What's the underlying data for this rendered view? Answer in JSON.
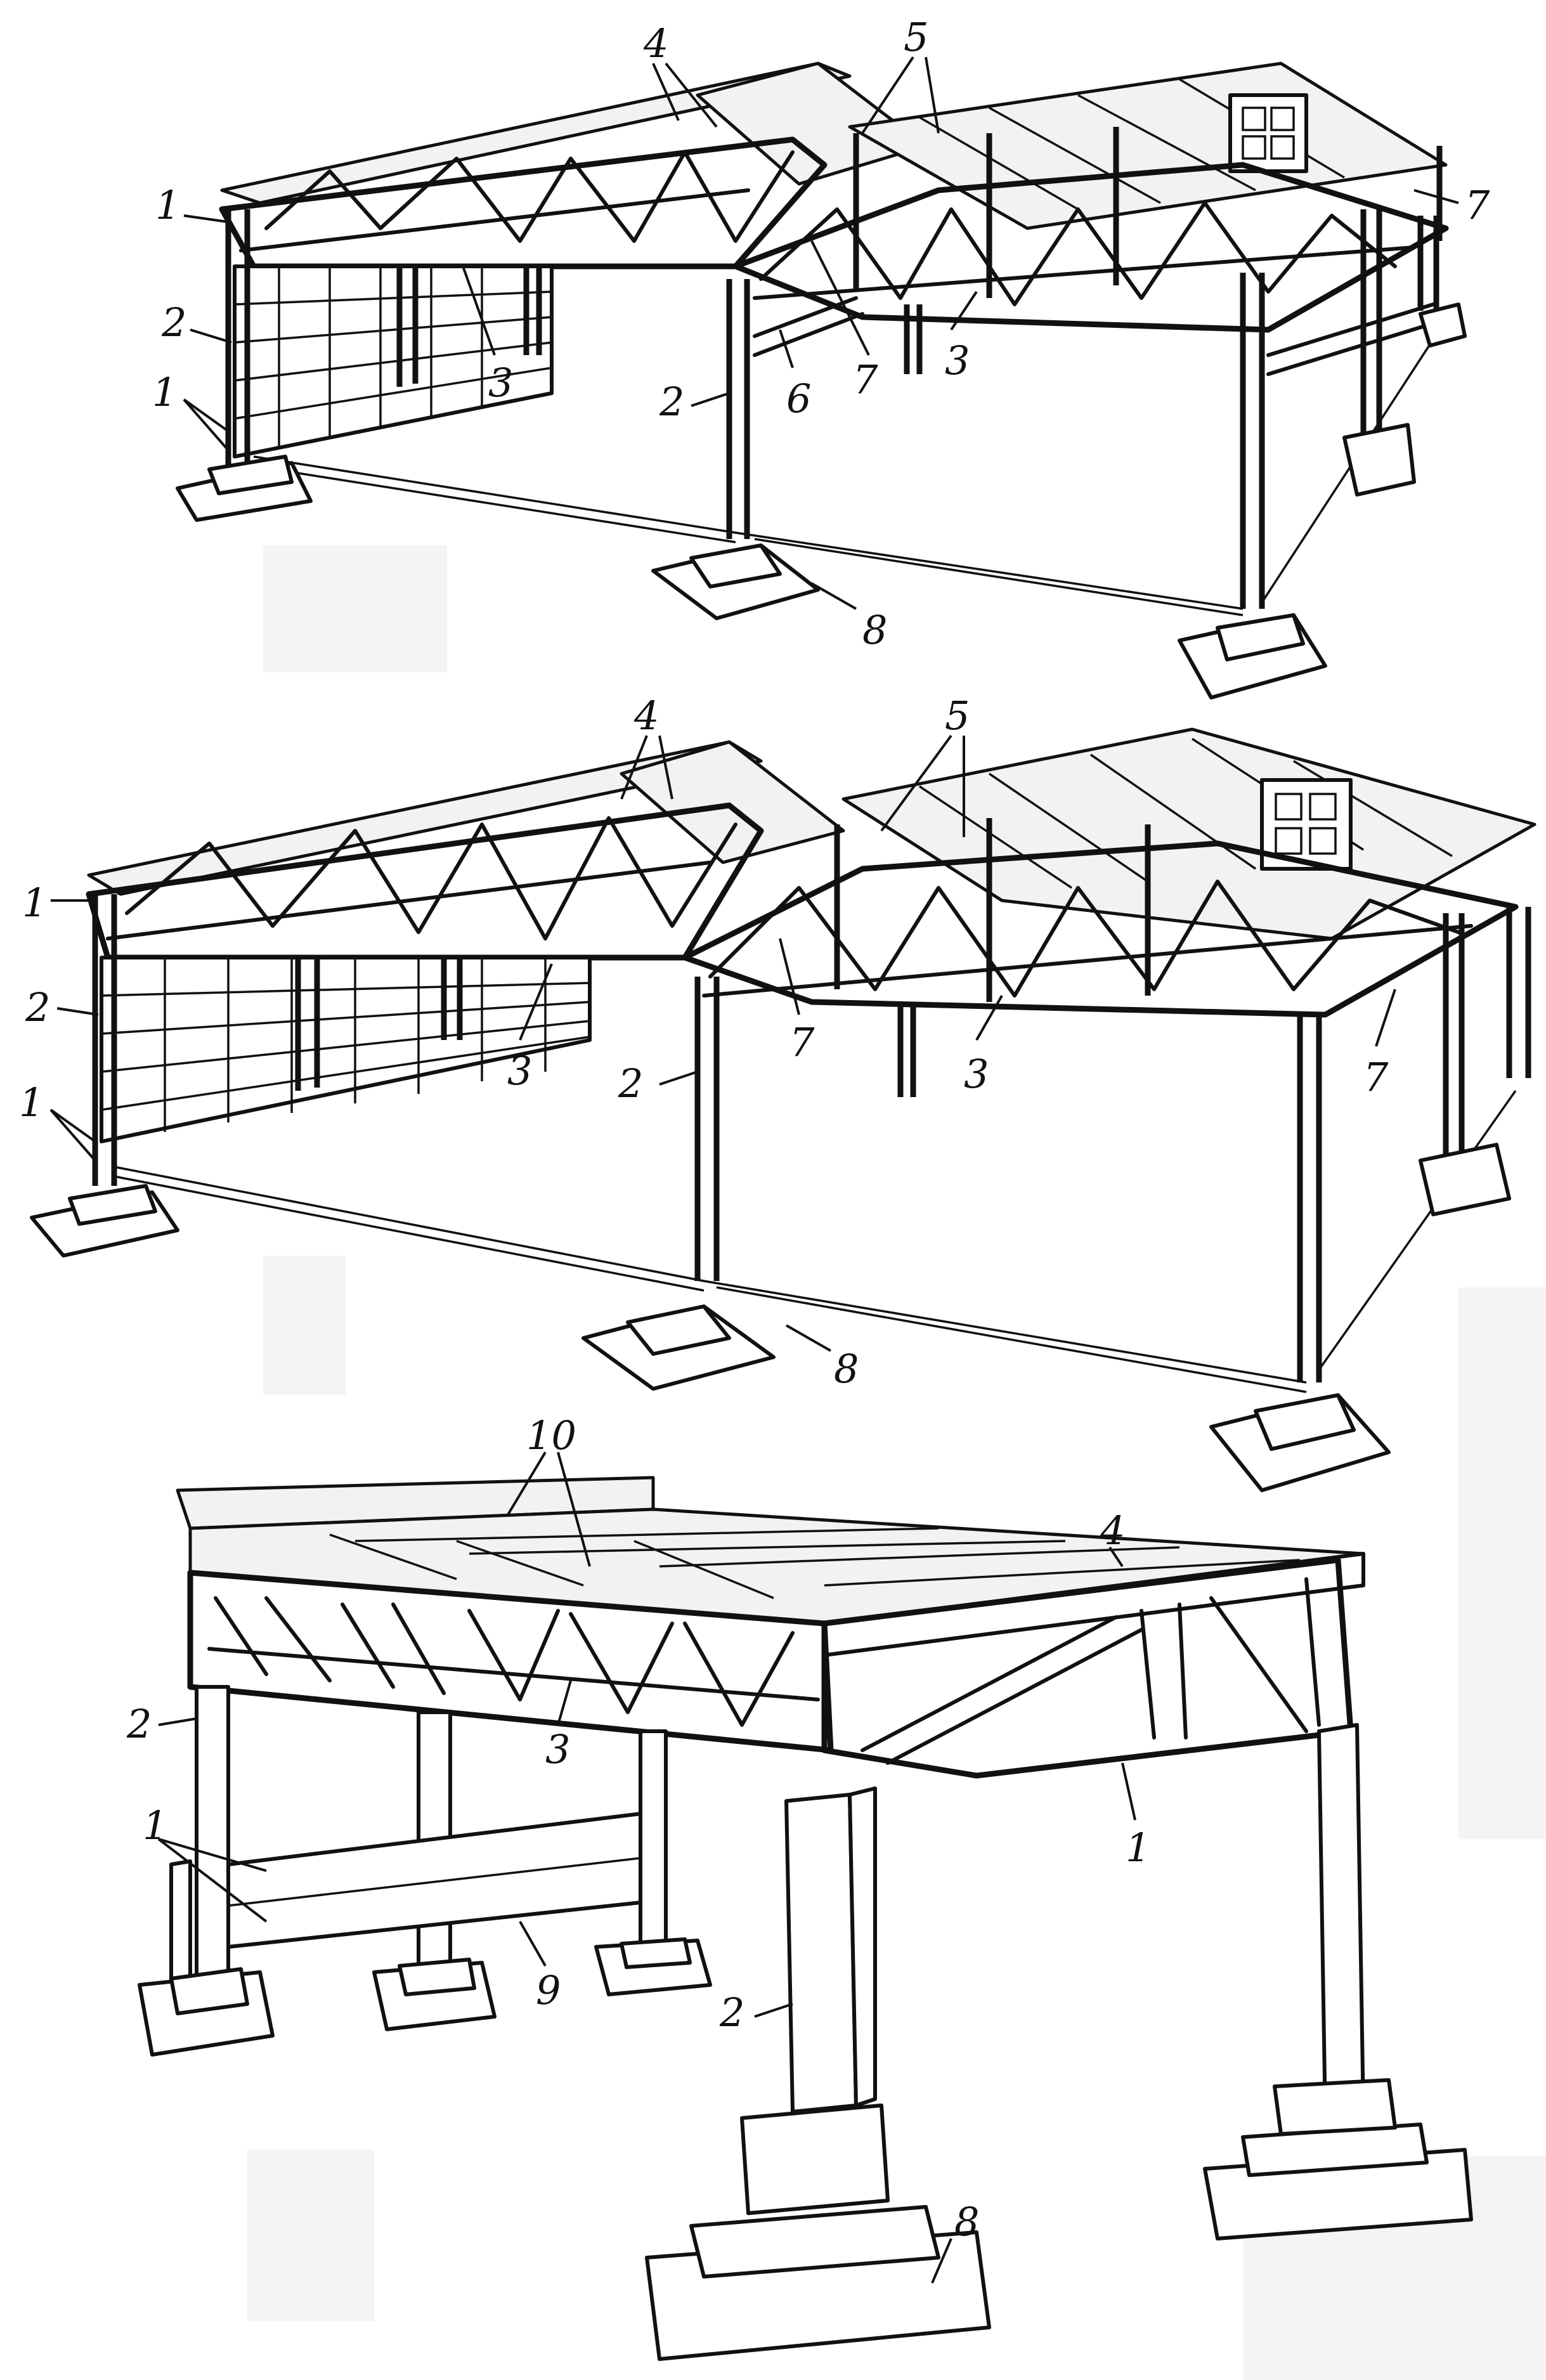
{
  "labels": {
    "n1": "1",
    "n2": "2",
    "n3": "3",
    "n4": "4",
    "n5": "5",
    "n6": "6",
    "n7": "7",
    "n8": "8",
    "n9": "9",
    "n10": "10"
  },
  "colors": {
    "ink": "#111111",
    "paper": "#ffffff"
  }
}
